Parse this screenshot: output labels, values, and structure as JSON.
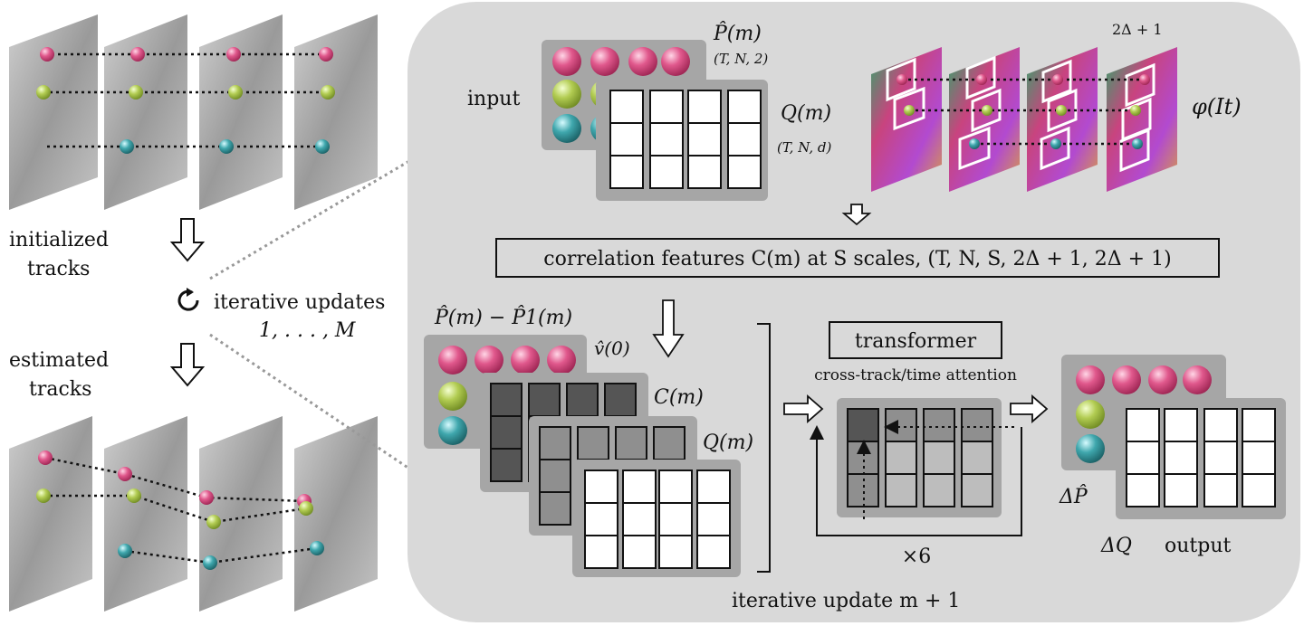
{
  "left": {
    "initialized": [
      "initialized",
      "tracks"
    ],
    "iterative": [
      "iterative updates",
      "1, . . . , M"
    ],
    "estimated": [
      "estimated",
      "tracks"
    ]
  },
  "panel": {
    "input_label": "input",
    "P_label": "P̂(m)",
    "P_shape": "(T, N, 2)",
    "Q_label": "Q(m)",
    "Q_shape": "(T, N, d)",
    "window_label": "2Δ + 1",
    "phi_label": "φ(It)",
    "correlation_box": "correlation features C(m) at S scales, (T, N, S, 2Δ + 1, 2Δ + 1)",
    "diff_label": "P̂(m) − P̂1(m)",
    "v_label": "v̂(0)",
    "C_label": "C(m)",
    "Q2_label": "Q(m)",
    "transformer_label": "transformer",
    "attention_label": "cross-track/time attention",
    "repeat_label": "×6",
    "dP_label": "ΔP̂",
    "dQ_label": "ΔQ",
    "output_label": "output",
    "update_label": "iterative update m + 1"
  },
  "colors": {
    "panel_bg": "#d9d9d9",
    "group_bg": "#a6a6a6",
    "pink": "#d9497e",
    "green": "#a7c04a",
    "teal": "#3a9aa0",
    "dark_cell": "#555555",
    "mid_cell": "#8f8f8f",
    "light_cell": "#bdbdbd"
  }
}
